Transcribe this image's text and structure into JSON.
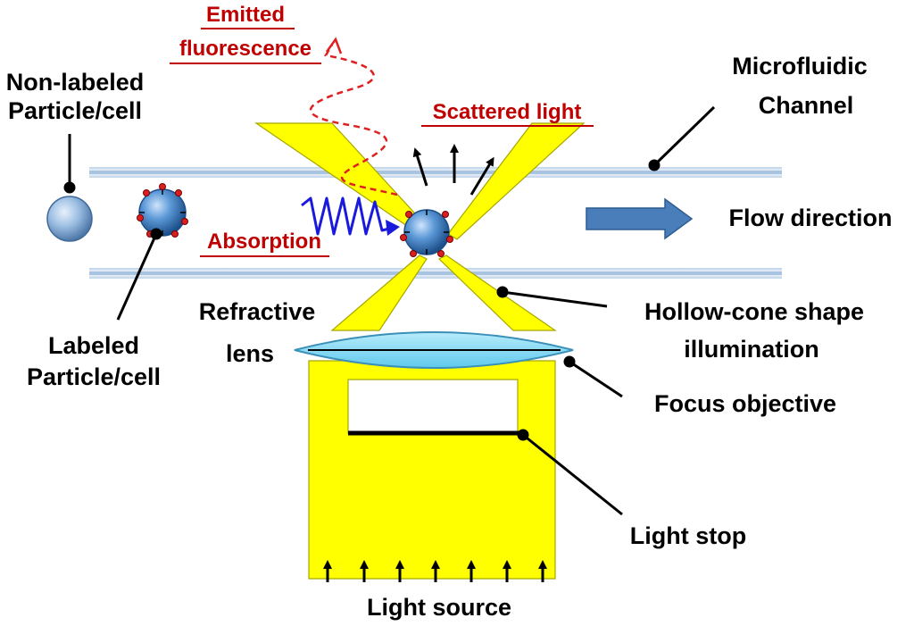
{
  "labels": {
    "non_labeled": [
      "Non-labeled",
      "Particle/cell"
    ],
    "labeled": [
      "Labeled",
      "Particle/cell"
    ],
    "emitted": [
      "Emitted",
      "fluorescence"
    ],
    "scattered": "Scattered light",
    "absorption": "Absorption",
    "channel": [
      "Microfluidic",
      "Channel"
    ],
    "flow": "Flow direction",
    "refractive": [
      "Refractive",
      "lens"
    ],
    "hollow": [
      "Hollow-cone shape",
      "illumination"
    ],
    "focus": "Focus objective",
    "stop": "Light stop",
    "source": "Light source"
  },
  "colors": {
    "beam": "#ffff00",
    "beam_stroke": "#b8b800",
    "channel_wall": "#a9c4e0",
    "lens": "#80dcf4",
    "particle": "#4f8fd0",
    "marker": "#d82020",
    "red_text": "#c00000",
    "flow_arrow": "#4a7ebb",
    "absorption_wave": "#1a1adc"
  },
  "icons": [
    "particle-icon",
    "flow-arrow-icon",
    "wave-icon",
    "arrow-up-icon"
  ]
}
